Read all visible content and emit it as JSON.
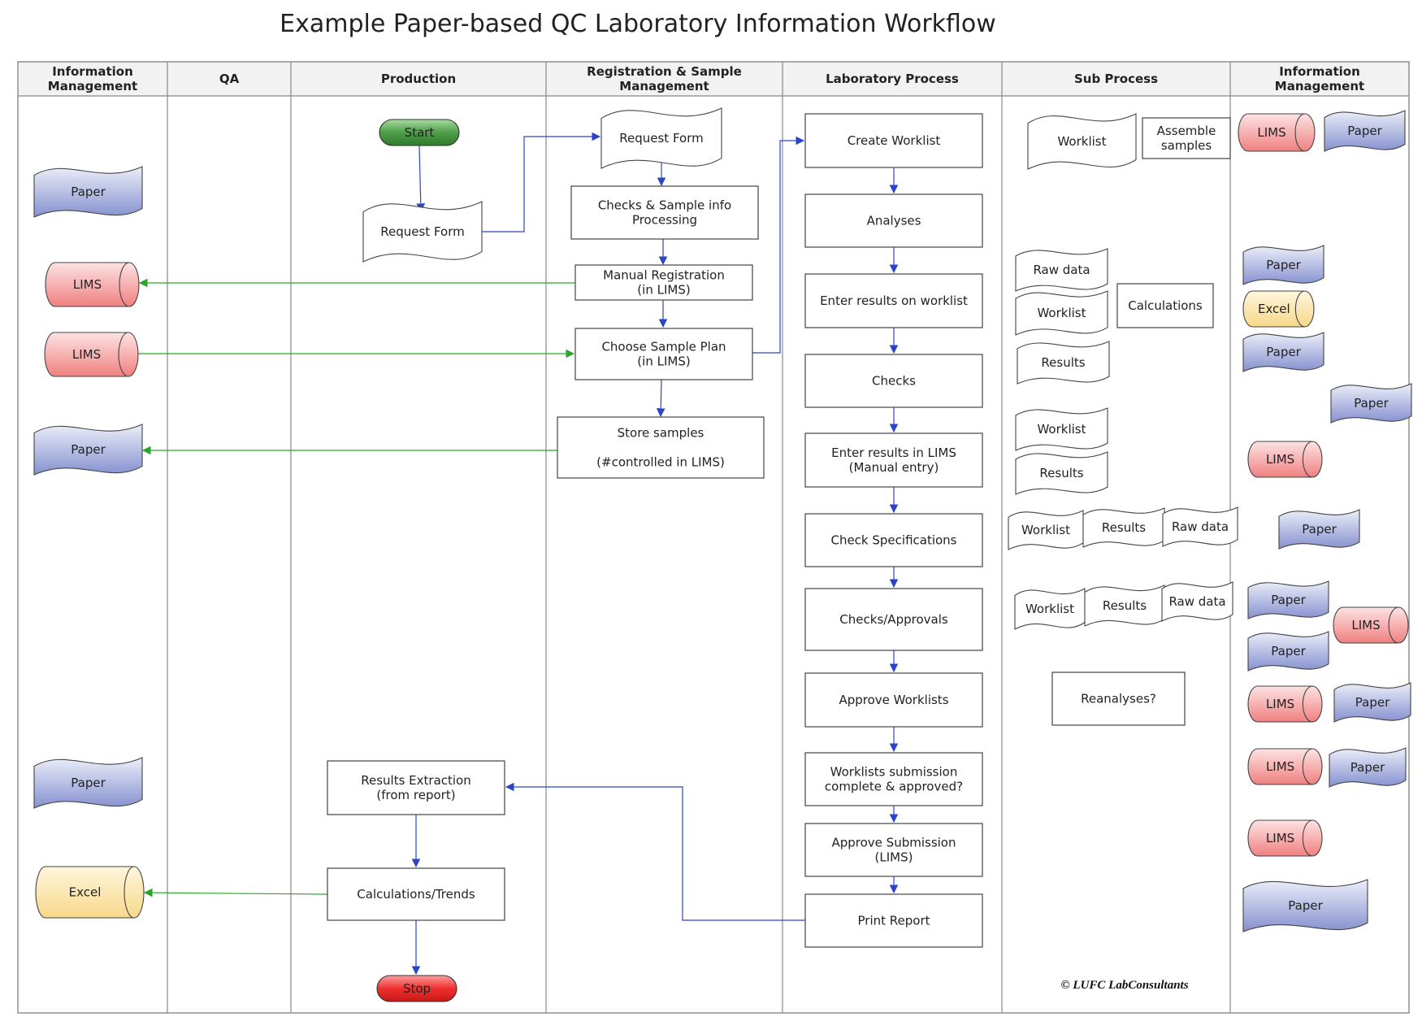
{
  "title": "Example Paper-based QC Laboratory Information Workflow",
  "lanes": [
    {
      "label": [
        "Information",
        "Management"
      ]
    },
    {
      "label": [
        "QA"
      ]
    },
    {
      "label": [
        "Production"
      ]
    },
    {
      "label": [
        "Registration & Sample",
        "Management"
      ]
    },
    {
      "label": [
        "Laboratory Process"
      ]
    },
    {
      "label": [
        "Sub Process"
      ]
    },
    {
      "label": [
        "Information",
        "Management"
      ]
    }
  ],
  "nodes": {
    "start": "Start",
    "stop": "Stop",
    "request_form_prod": [
      "Request Form"
    ],
    "results_extraction": [
      "Results Extraction",
      "(from report)"
    ],
    "calculations_trends": [
      "Calculations/Trends"
    ],
    "request_form_reg": [
      "Request Form"
    ],
    "checks_sample_info": [
      "Checks & Sample info",
      "Processing"
    ],
    "manual_registration": [
      "Manual Registration",
      "(in LIMS)"
    ],
    "choose_sample_plan": [
      "Choose Sample Plan",
      "(in LIMS)"
    ],
    "store_samples": [
      "Store samples",
      "",
      "(#controlled in LIMS)"
    ],
    "create_worklist": [
      "Create Worklist"
    ],
    "analyses": [
      "Analyses"
    ],
    "enter_results_worklist": [
      "Enter results on worklist"
    ],
    "checks": [
      "Checks"
    ],
    "enter_results_lims": [
      "Enter results in LIMS",
      "(Manual entry)"
    ],
    "check_specifications": [
      "Check Specifications"
    ],
    "checks_approvals": [
      "Checks/Approvals"
    ],
    "approve_worklists": [
      "Approve Worklists"
    ],
    "worklists_submission": [
      "Worklists submission",
      "complete & approved?"
    ],
    "approve_submission": [
      "Approve Submission",
      "(LIMS)"
    ],
    "print_report": [
      "Print Report"
    ],
    "sub_worklist_1": [
      "Worklist"
    ],
    "sub_assemble": [
      "Assemble",
      "samples"
    ],
    "sub_raw_data_1": [
      "Raw data"
    ],
    "sub_worklist_2": [
      "Worklist"
    ],
    "sub_calculations": [
      "Calculations"
    ],
    "sub_results_1": [
      "Results"
    ],
    "sub_worklist_3": [
      "Worklist"
    ],
    "sub_results_2": [
      "Results"
    ],
    "sub_worklist_4": [
      "Worklist"
    ],
    "sub_results_3": [
      "Results"
    ],
    "sub_raw_data_2": [
      "Raw data"
    ],
    "sub_worklist_5": [
      "Worklist"
    ],
    "sub_results_4": [
      "Results"
    ],
    "sub_raw_data_3": [
      "Raw data"
    ],
    "sub_reanalyses": [
      "Reanalyses?"
    ]
  },
  "left_storage": {
    "paper_1": "Paper",
    "lims_1": "LIMS",
    "lims_2": "LIMS",
    "paper_2": "Paper",
    "paper_3": "Paper",
    "excel_1": "Excel"
  },
  "right_storage": {
    "lims_a": "LIMS",
    "paper_a": "Paper",
    "paper_b": "Paper",
    "excel_a": "Excel",
    "paper_c": "Paper",
    "paper_d": "Paper",
    "lims_b": "LIMS",
    "paper_e": "Paper",
    "paper_f": "Paper",
    "lims_c": "LIMS",
    "paper_g": "Paper",
    "lims_d": "LIMS",
    "paper_h": "Paper",
    "lims_e": "LIMS",
    "paper_i": "Paper",
    "lims_f": "LIMS",
    "paper_j": "Paper"
  },
  "copyright": "© LUFC LabConsultants",
  "colors": {
    "flow_arrow": "#2b45c8",
    "data_arrow": "#2aa52a",
    "lane_border": "#888888",
    "header_fill": "#f2f2f2"
  }
}
